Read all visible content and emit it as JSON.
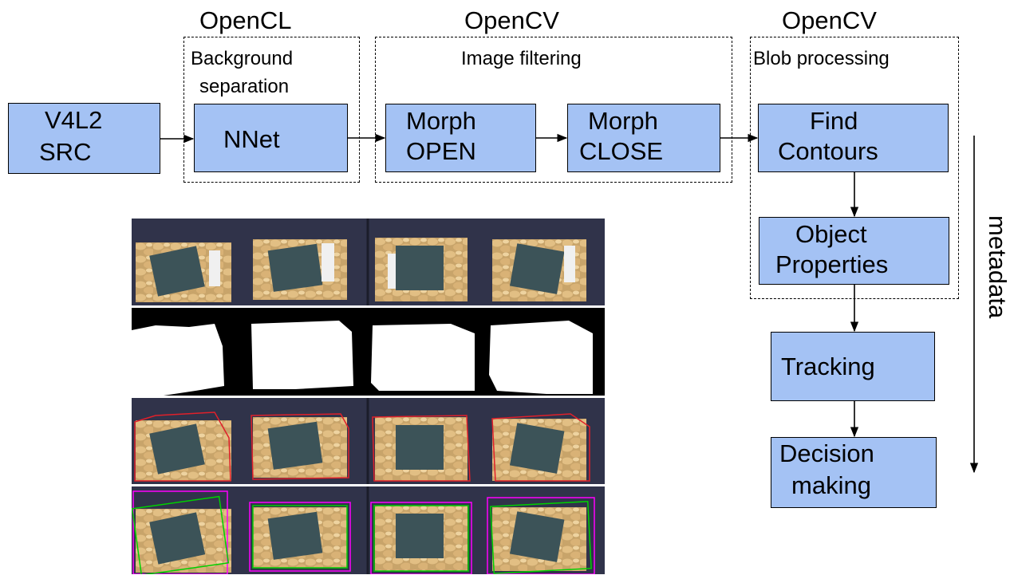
{
  "groups": {
    "opencl": {
      "title": "OpenCL",
      "subtitle_line1": "Background",
      "subtitle_line2": "separation"
    },
    "opencv_filter": {
      "title": "OpenCV",
      "subtitle": "Image filtering"
    },
    "opencv_blob": {
      "title": "OpenCV",
      "subtitle": "Blob processing"
    }
  },
  "nodes": {
    "v4l2": {
      "line1": "V4L2",
      "line2": "SRC"
    },
    "nnet": {
      "line1": "NNet"
    },
    "morph_open": {
      "line1": "Morph",
      "line2": "OPEN"
    },
    "morph_close": {
      "line1": "Morph",
      "line2": "CLOSE"
    },
    "find_contours": {
      "line1": "Find",
      "line2": "Contours"
    },
    "object_properties": {
      "line1": "Object",
      "line2": "Properties"
    },
    "tracking": {
      "line1": "Tracking"
    },
    "decision": {
      "line1": "Decision",
      "line2": "making"
    }
  },
  "side_label": "metadata",
  "colors": {
    "node_fill": "#a4c2f4",
    "node_border": "#000000",
    "photo_bg": "#2e3148"
  },
  "photo_panels": [
    {
      "stage": "input",
      "bag_count": 4
    },
    {
      "stage": "mask",
      "bag_count": 4
    },
    {
      "stage": "contours",
      "bag_count": 4,
      "outline_color": "#e0202a"
    },
    {
      "stage": "bounding-boxes",
      "bag_count": 4,
      "outline_colors": [
        "#ff00ff",
        "#00d000"
      ]
    }
  ]
}
